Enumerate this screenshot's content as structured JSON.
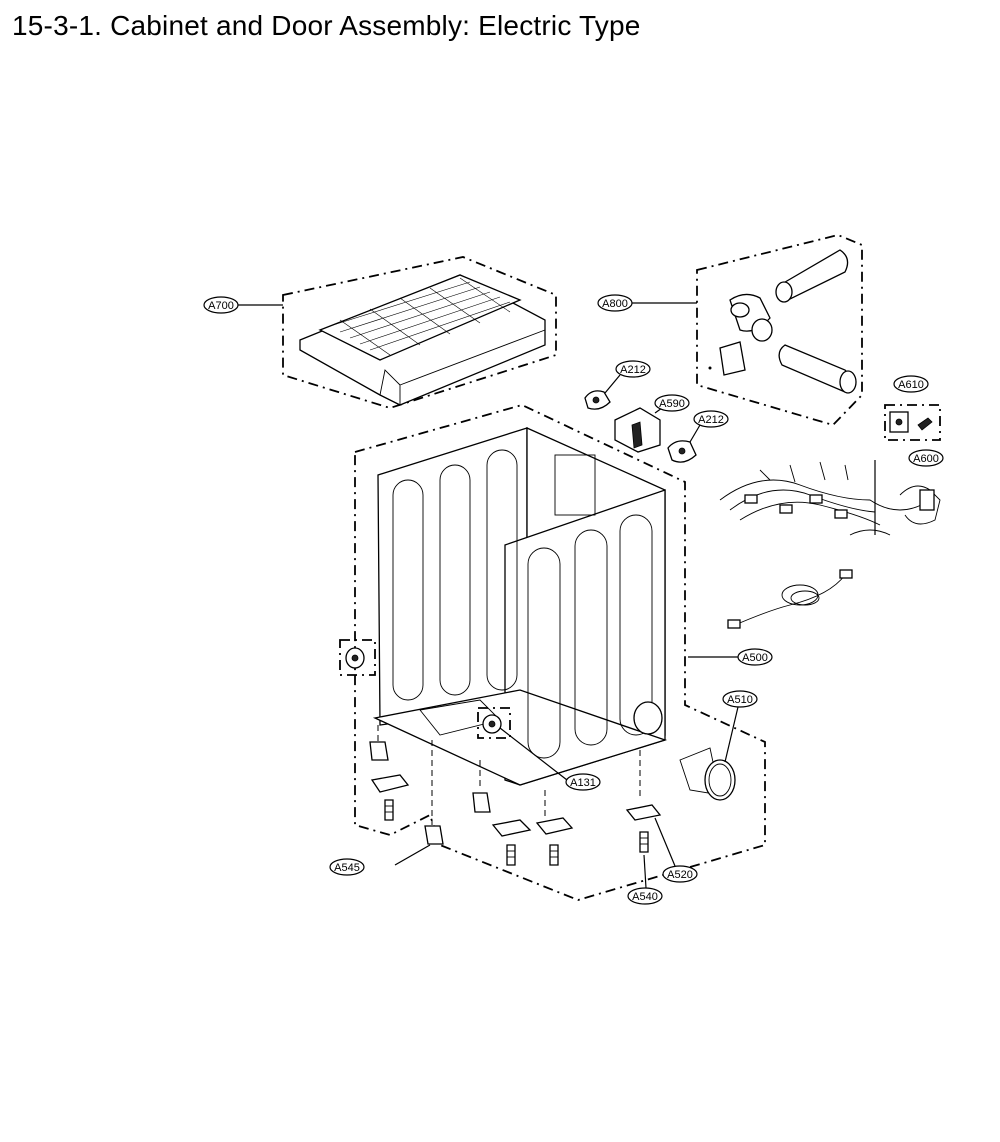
{
  "page": {
    "title": "15-3-1. Cabinet and Door Assembly: Electric Type"
  },
  "callouts": {
    "a700": "A700",
    "a800": "A800",
    "a212_top": "A212",
    "a590": "A590",
    "a212_right": "A212",
    "a610": "A610",
    "a600": "A600",
    "a500": "A500",
    "a510": "A510",
    "a131": "A131",
    "a545": "A545",
    "a520": "A520",
    "a540": "A540"
  }
}
